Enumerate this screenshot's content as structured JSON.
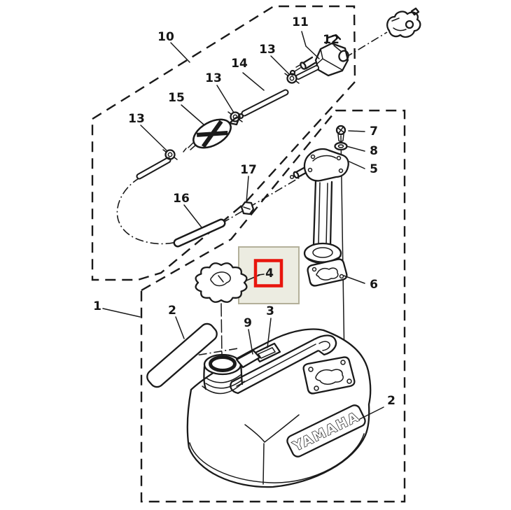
{
  "colors": {
    "background": "#ffffff",
    "line": "#1a1a1a",
    "selection_red": "#e8150d",
    "highlight_fill": "#ecece1",
    "highlight_border": "#b3b09a"
  },
  "highlight": {
    "part_number": "4"
  },
  "brand": {
    "decal_text": "YAMAHA"
  },
  "labels": [
    {
      "text": "10"
    },
    {
      "text": "11"
    },
    {
      "text": "12"
    },
    {
      "text": "13"
    },
    {
      "text": "14"
    },
    {
      "text": "13"
    },
    {
      "text": "15"
    },
    {
      "text": "13"
    },
    {
      "text": "17"
    },
    {
      "text": "16"
    },
    {
      "text": "7"
    },
    {
      "text": "8"
    },
    {
      "text": "5"
    },
    {
      "text": "6"
    },
    {
      "text": "1"
    },
    {
      "text": "2"
    },
    {
      "text": "9"
    },
    {
      "text": "3"
    },
    {
      "text": "2"
    }
  ]
}
